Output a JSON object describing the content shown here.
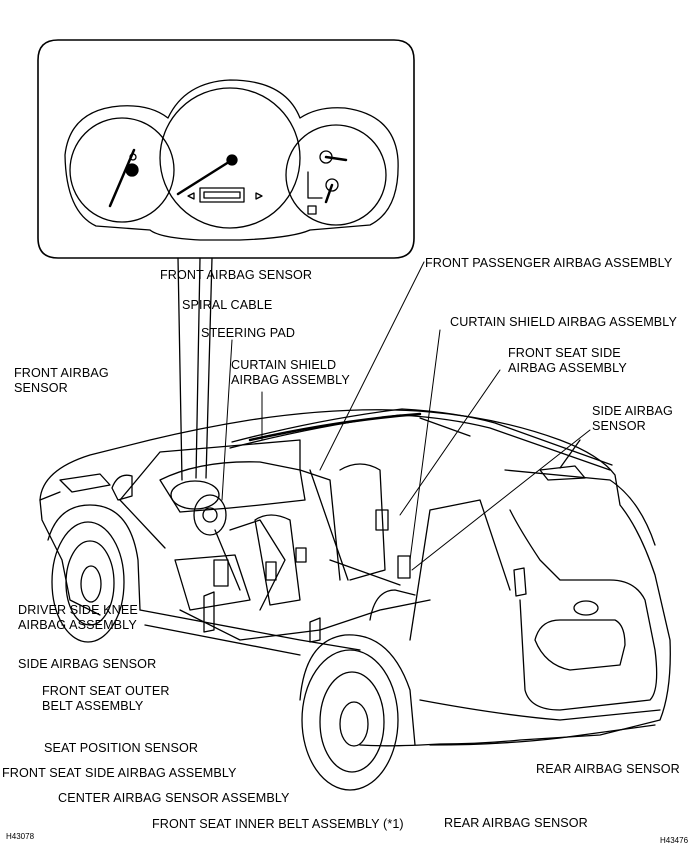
{
  "labels": {
    "front_airbag_sensor_top": "FRONT AIRBAG SENSOR",
    "front_passenger_airbag": "FRONT PASSENGER AIRBAG ASSEMBLY",
    "spiral_cable": "SPIRAL CABLE",
    "curtain_shield_right": "CURTAIN SHIELD AIRBAG ASSEMBLY",
    "steering_pad": "STEERING PAD",
    "front_seat_side_right_1": "FRONT SEAT SIDE",
    "front_seat_side_right_2": "AIRBAG ASSEMBLY",
    "curtain_shield_left_1": "CURTAIN SHIELD",
    "curtain_shield_left_2": "AIRBAG ASSEMBLY",
    "front_airbag_sensor_left_1": "FRONT AIRBAG",
    "front_airbag_sensor_left_2": "SENSOR",
    "side_airbag_sensor_right_1": "SIDE AIRBAG",
    "side_airbag_sensor_right_2": "SENSOR",
    "driver_knee_1": "DRIVER SIDE KNEE",
    "driver_knee_2": "AIRBAG ASSEMBLY",
    "side_airbag_sensor_left": "SIDE AIRBAG SENSOR",
    "front_seat_outer_1": "FRONT SEAT OUTER",
    "front_seat_outer_2": "BELT ASSEMBLY",
    "seat_position_sensor": "SEAT POSITION SENSOR",
    "front_seat_side_left": "FRONT SEAT SIDE AIRBAG ASSEMBLY",
    "rear_airbag_sensor_right": "REAR AIRBAG SENSOR",
    "center_airbag_sensor": "CENTER AIRBAG SENSOR ASSEMBLY",
    "front_seat_inner_belt": "FRONT SEAT INNER BELT ASSEMBLY  (*1)",
    "rear_airbag_sensor_bottom": "REAR AIRBAG SENSOR"
  },
  "codes": {
    "left": "H43078",
    "right": "H43476"
  }
}
